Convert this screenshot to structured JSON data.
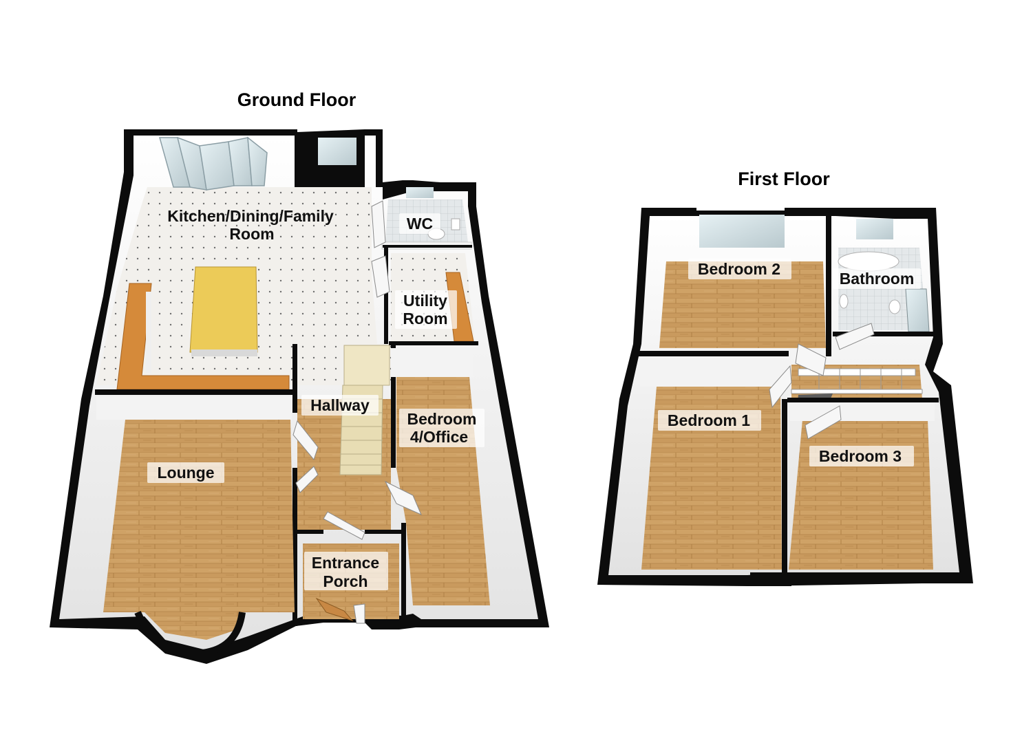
{
  "ground_floor": {
    "title": "Ground Floor",
    "rooms": {
      "kitchen": [
        "Kitchen/Dining/Family",
        "Room"
      ],
      "wc": "WC",
      "utility": [
        "Utility",
        "Room"
      ],
      "hallway": "Hallway",
      "bedroom4": [
        "Bedroom",
        "4/Office"
      ],
      "lounge": "Lounge",
      "porch": [
        "Entrance",
        "Porch"
      ]
    }
  },
  "first_floor": {
    "title": "First Floor",
    "rooms": {
      "bedroom2": "Bedroom 2",
      "bathroom": "Bathroom",
      "bedroom1": "Bedroom 1",
      "bedroom3": "Bedroom 3"
    }
  },
  "colors": {
    "wood_floor": "#c99a5e",
    "tile_floor": "#f2f0ec",
    "wall": "#0c0c0c",
    "worktop": "#d58a3a",
    "island": "#eccb58"
  }
}
